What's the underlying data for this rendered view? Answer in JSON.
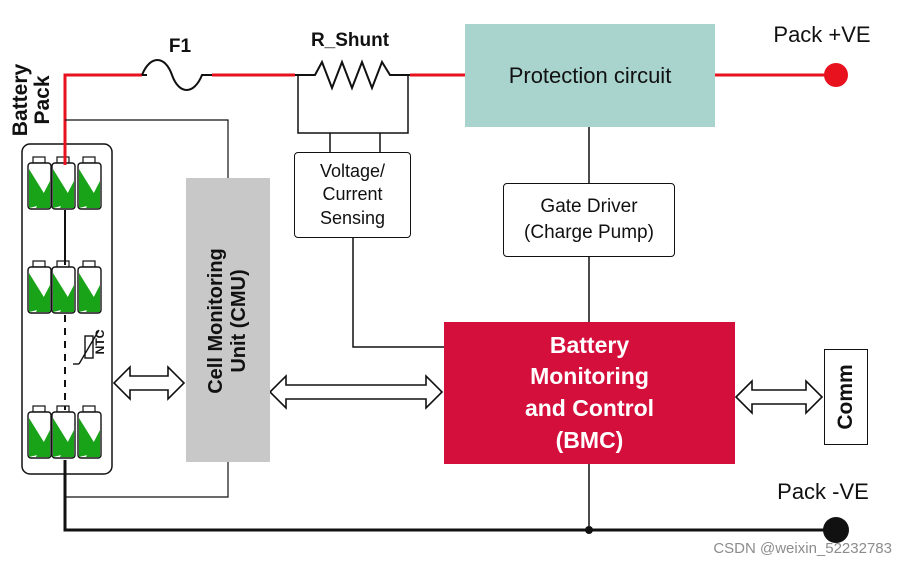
{
  "colors": {
    "power_line": "#e8121f",
    "signal_line": "#111111",
    "protection_fill": "#a9d3cd",
    "bmc_fill": "#d50f3c",
    "cmu_fill": "#c8c8c8",
    "cell_green": "#19a319",
    "pos_terminal": "#e8121f",
    "neg_terminal": "#111111"
  },
  "battery_pack": {
    "label_line1": "Battery",
    "label_line2": "Pack",
    "cell_groups": 3,
    "ntc_label": "NTC"
  },
  "fuse": {
    "label": "F1",
    "icon": "fuse-icon"
  },
  "shunt": {
    "label": "R_Shunt",
    "icon": "resistor-icon"
  },
  "protection": {
    "label": "Protection circuit"
  },
  "pack_pos": {
    "label": "Pack +VE"
  },
  "pack_neg": {
    "label": "Pack -VE"
  },
  "sensing": {
    "line1": "Voltage/",
    "line2": "Current",
    "line3": "Sensing"
  },
  "gate_driver": {
    "line1": "Gate Driver",
    "line2": "(Charge Pump)"
  },
  "cmu": {
    "line1": "Cell Monitoring",
    "line2": "Unit (CMU)"
  },
  "bmc": {
    "line1": "Battery",
    "line2": "Monitoring",
    "line3": "and Control",
    "line4": "(BMC)"
  },
  "comm": {
    "label": "Comm"
  },
  "watermark": "CSDN @weixin_52232783"
}
